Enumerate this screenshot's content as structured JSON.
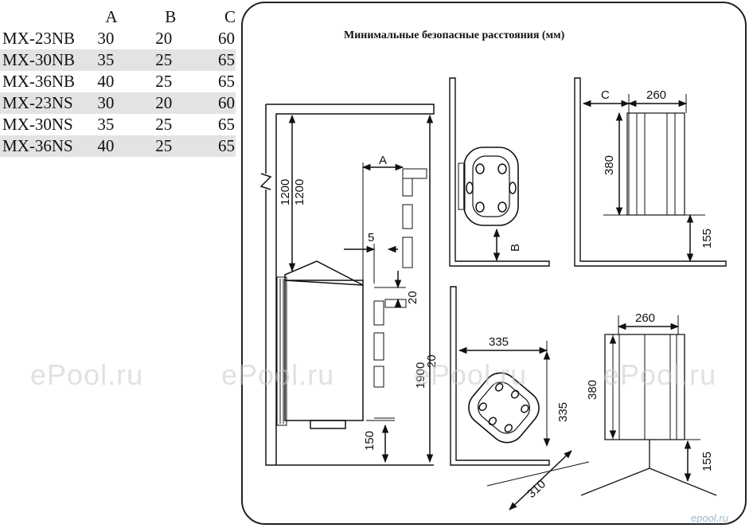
{
  "table": {
    "headers": [
      "",
      "A",
      "B",
      "C"
    ],
    "rows": [
      {
        "model": "MX-23NB",
        "a": "30",
        "b": "20",
        "c": "60"
      },
      {
        "model": "MX-30NB",
        "a": "35",
        "b": "25",
        "c": "65"
      },
      {
        "model": "MX-36NB",
        "a": "40",
        "b": "25",
        "c": "65"
      },
      {
        "model": "MX-23NS",
        "a": "30",
        "b": "20",
        "c": "60"
      },
      {
        "model": "MX-30NS",
        "a": "35",
        "b": "25",
        "c": "65"
      },
      {
        "model": "MX-36NS",
        "a": "40",
        "b": "25",
        "c": "65"
      }
    ]
  },
  "diagram": {
    "title": "Минимальные безопасные расстояния (мм)",
    "side": {
      "height_1200a": "1200",
      "height_1200b": "1200",
      "label_a": "A",
      "gap_5": "5",
      "gap_20": "20",
      "height_1900": "1900",
      "gap_20b": "20",
      "floor_150": "150"
    },
    "top_corner": {
      "label_b": "B"
    },
    "front_top": {
      "label_c": "C",
      "width_260": "260",
      "height_380": "380",
      "floor_155": "155"
    },
    "top_diag": {
      "width_335": "335",
      "depth_335": "335",
      "diag_310": "310"
    },
    "front_bottom": {
      "width_260": "260",
      "height_380": "380",
      "floor_155": "155"
    }
  },
  "watermark": "ePool.ru",
  "logo": "epool.ru"
}
